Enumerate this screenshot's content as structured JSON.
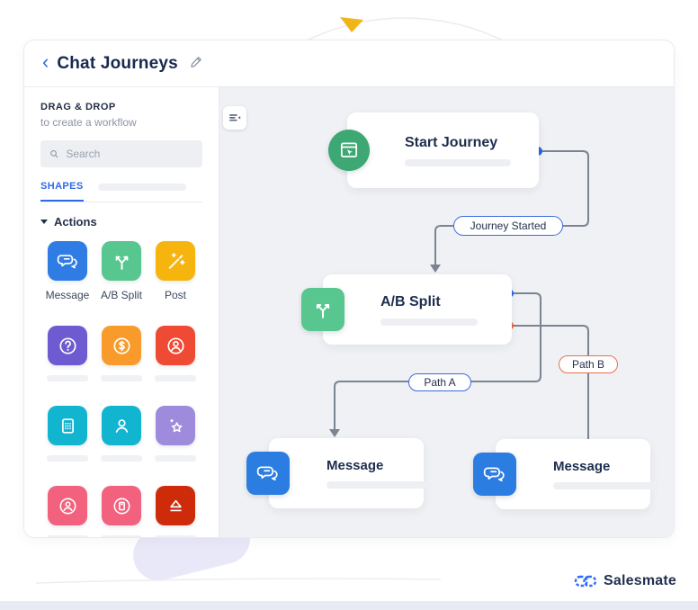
{
  "header": {
    "back_glyph": "‹",
    "title": "Chat Journeys"
  },
  "sidebar": {
    "heading": "DRAG & DROP",
    "subheading": "to create a workflow",
    "search_placeholder": "Search",
    "tab": "SHAPES",
    "section": "Actions",
    "tiles": [
      {
        "label": "Message",
        "color": "#2e7ce4"
      },
      {
        "label": "A/B Split",
        "color": "#57c68f"
      },
      {
        "label": "Post",
        "color": "#f6b40f"
      },
      {
        "label": "",
        "color": "#6e5bd1"
      },
      {
        "label": "",
        "color": "#f89b2a"
      },
      {
        "label": "",
        "color": "#ef4a33"
      },
      {
        "label": "",
        "color": "#12b5d0"
      },
      {
        "label": "",
        "color": "#12b5d0"
      },
      {
        "label": "",
        "color": "#9e8bdc"
      },
      {
        "label": "",
        "color": "#f2617e"
      },
      {
        "label": "",
        "color": "#f2617e"
      },
      {
        "label": "",
        "color": "#ce2b0b"
      }
    ]
  },
  "canvas": {
    "nodes": {
      "start": {
        "title": "Start Journey",
        "badge_color": "#3da873"
      },
      "split": {
        "title": "A/B Split",
        "badge_color": "#57c68f"
      },
      "message_a": {
        "title": "Message",
        "badge_color": "#2b7de1"
      },
      "message_b": {
        "title": "Message",
        "badge_color": "#2b7de1"
      }
    },
    "edge_labels": {
      "journey_started": {
        "text": "Journey Started",
        "border_color": "#3f6ae0"
      },
      "path_a": {
        "text": "Path A",
        "border_color": "#3f6ae0"
      },
      "path_b": {
        "text": "Path B",
        "border_color": "#e8714d"
      }
    },
    "connector_colors": {
      "line": "#7b8493",
      "port_blue": "#2563eb",
      "port_orange": "#f2603d"
    }
  },
  "footer": {
    "brand": "Salesmate",
    "logo_color": "#2f6bff"
  },
  "accents": {
    "arc_triangle": "#f2b518",
    "canvas_bg": "#eff1f4"
  }
}
